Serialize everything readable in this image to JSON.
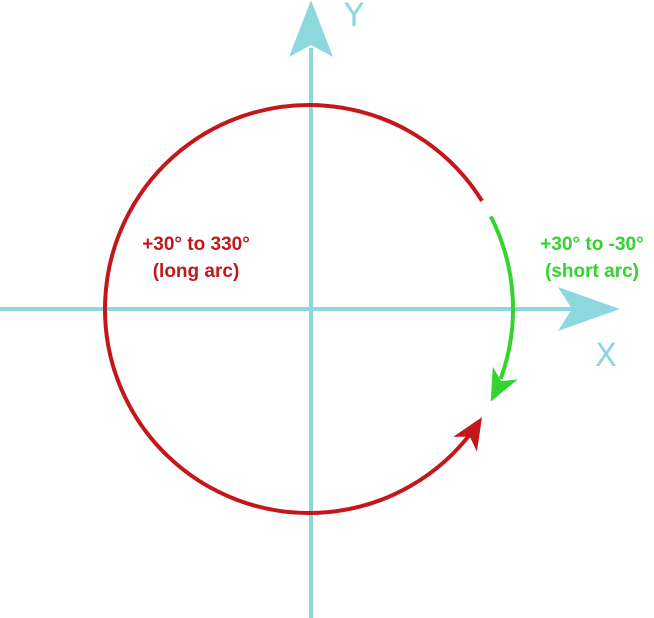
{
  "colors": {
    "axis": "#8dd8dc",
    "long_arc": "#c3171c",
    "short_arc": "#33d42f",
    "background": "#ffffff"
  },
  "axes": {
    "x_label": "X",
    "y_label": "Y"
  },
  "arcs": {
    "long": {
      "line1": "+30° to 330°",
      "line2": "(long arc)",
      "start_deg": 30,
      "end_deg": 330
    },
    "short": {
      "line1": "+30° to -30°",
      "line2": "(short arc)",
      "start_deg": 30,
      "end_deg": -30
    }
  }
}
